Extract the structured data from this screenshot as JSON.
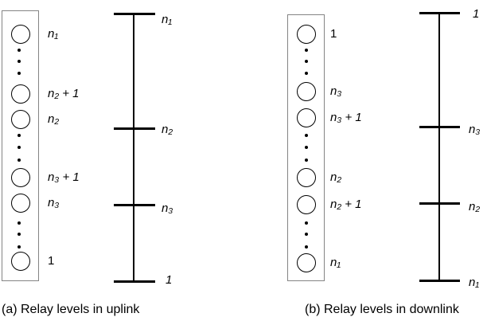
{
  "figure": {
    "type": "diagram",
    "description_colors": {
      "line": "#000000",
      "box_border": "#848484",
      "text": "#000000",
      "background": "#ffffff"
    }
  },
  "panel_a": {
    "caption": "(a) Relay levels in uplink",
    "circle_labels": [
      "n₁",
      "n₂ + 1",
      "n₂",
      "n₃ + 1",
      "n₃",
      "1"
    ],
    "axis_labels": [
      "n₁",
      "n₂",
      "n₃",
      "1"
    ]
  },
  "panel_b": {
    "caption": "(b) Relay levels in downlink",
    "circle_labels": [
      "1",
      "n₃",
      "n₃ + 1",
      "n₂",
      "n₂ + 1",
      "n₁"
    ],
    "axis_labels": [
      "1",
      "n₃",
      "n₂",
      "n₁"
    ]
  }
}
